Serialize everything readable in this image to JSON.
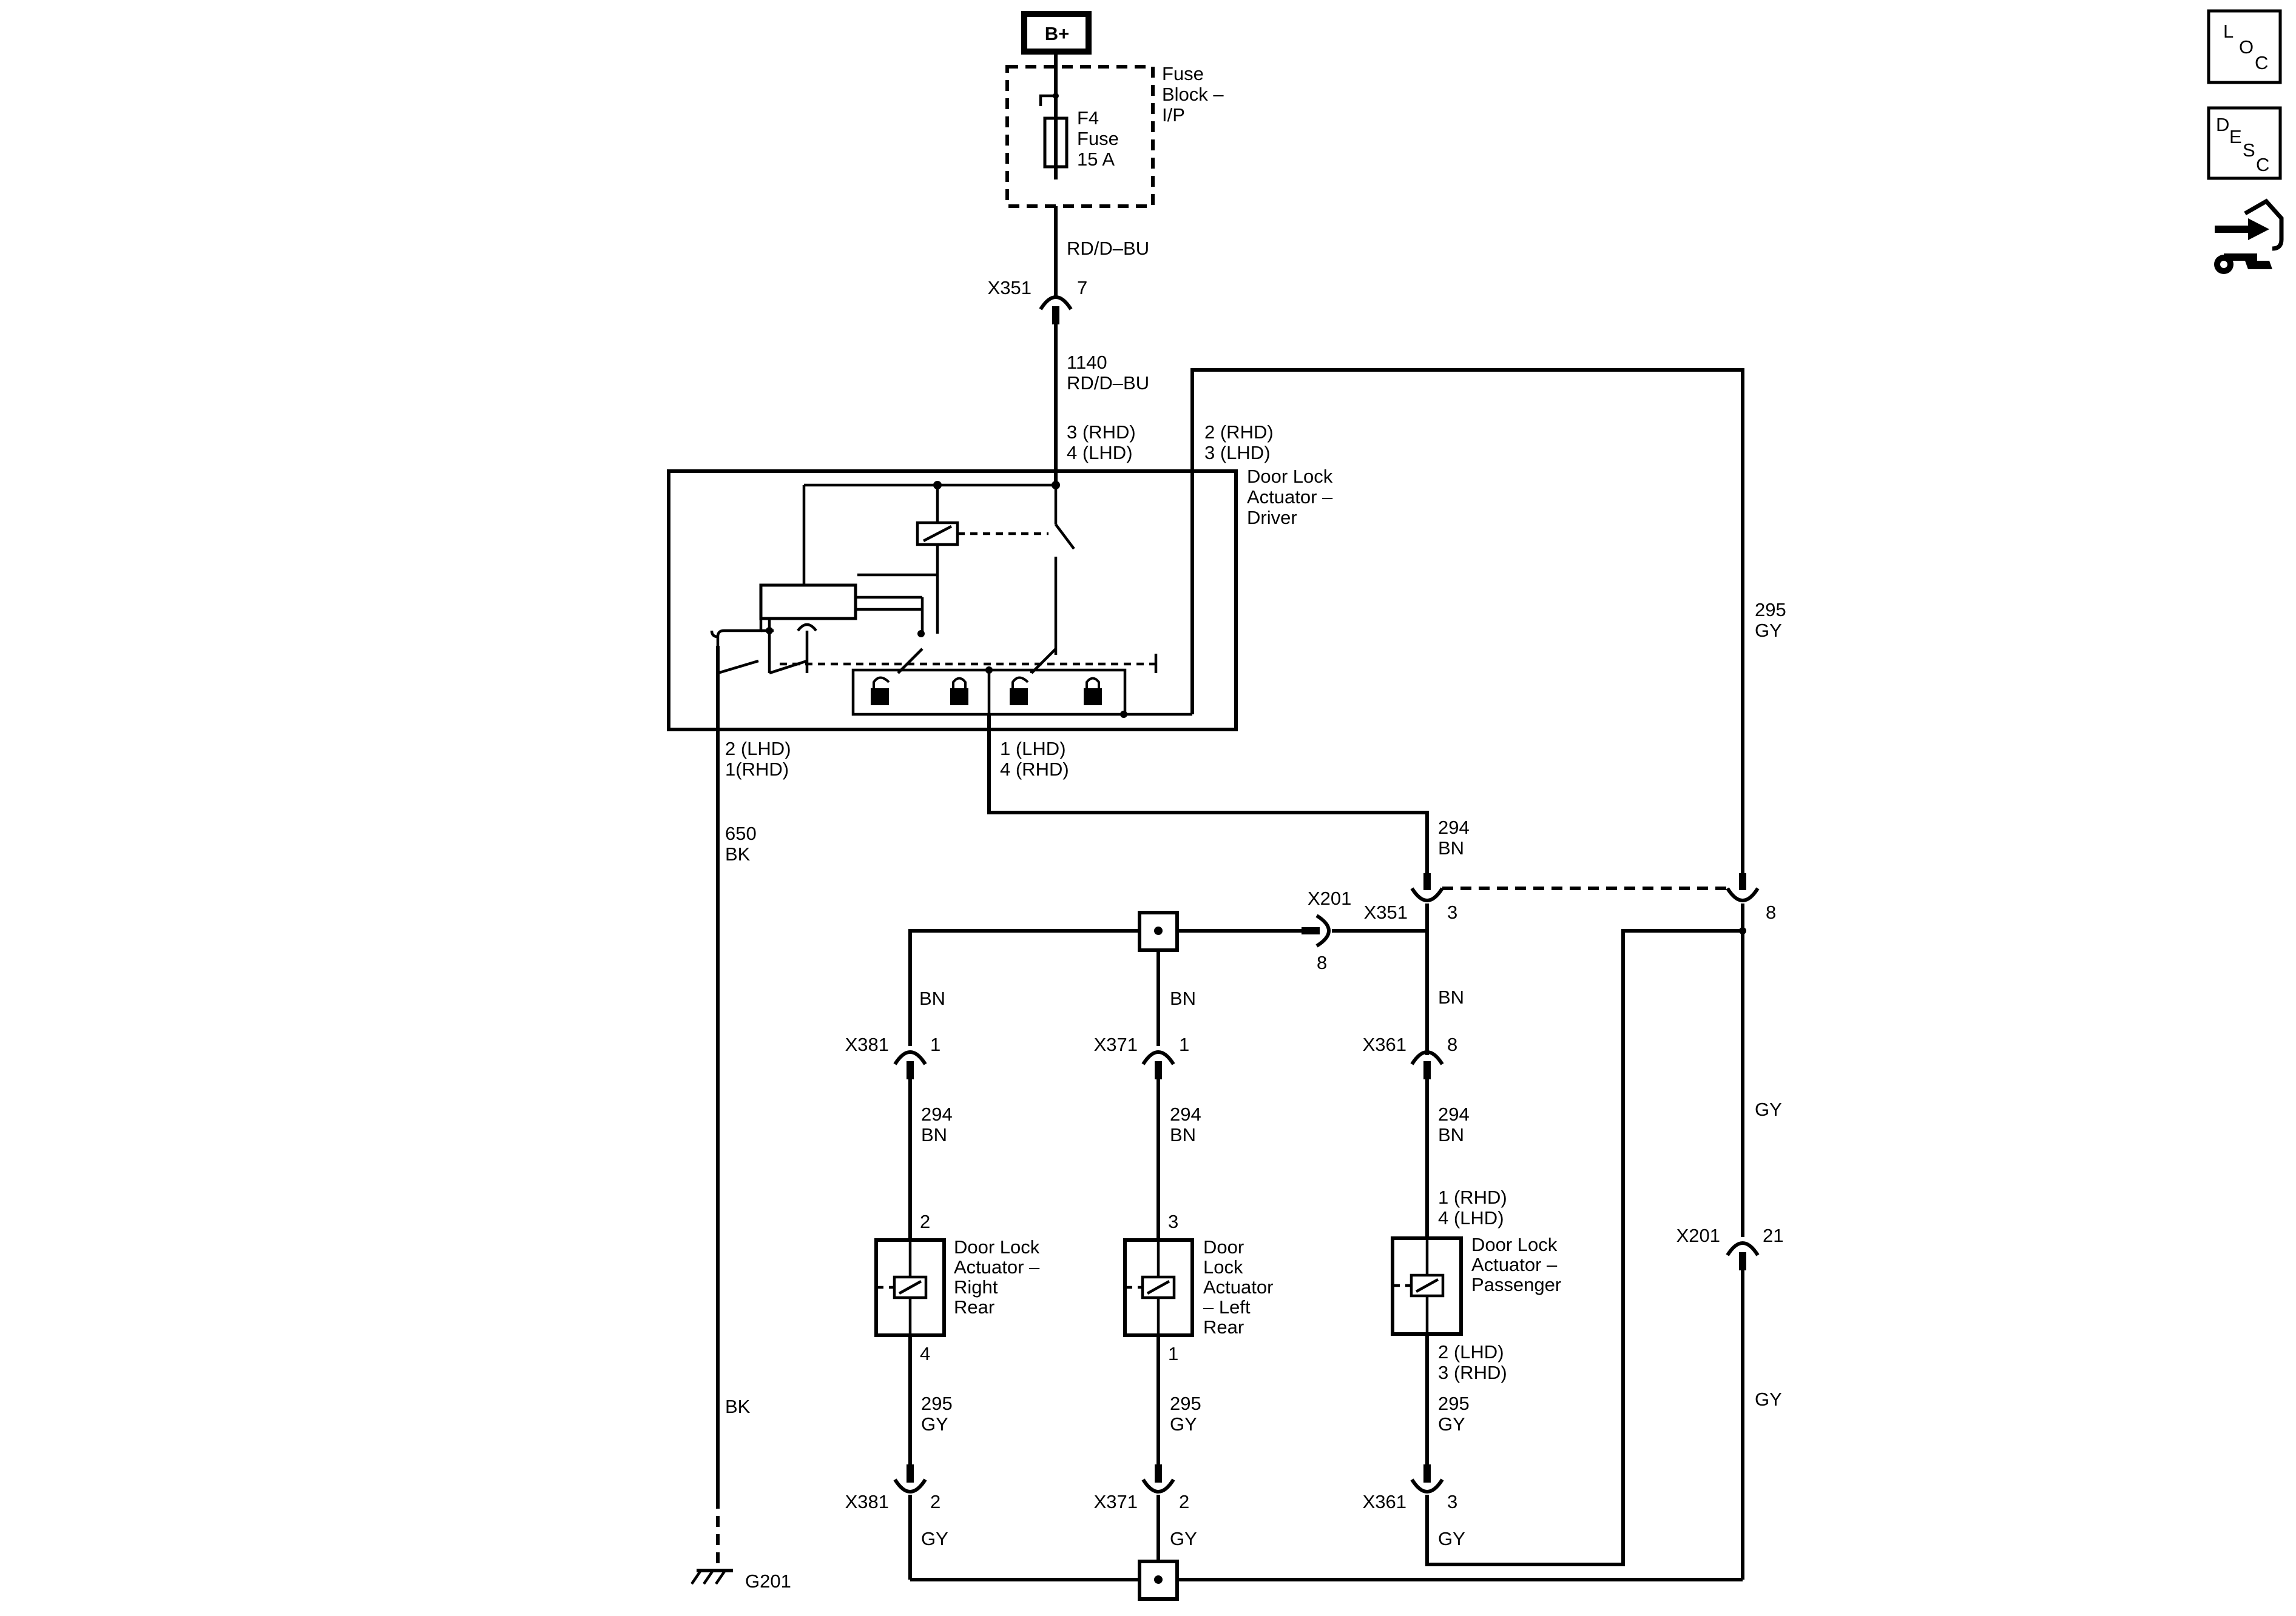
{
  "supply": {
    "label": "B+"
  },
  "fuse_block": {
    "name": "Fuse\nBlock –\nI/P",
    "fuse": "F4\nFuse\n15 A"
  },
  "wires": {
    "rd_dbu_top": "RD/D–BU",
    "w1140": "1140\nRD/D–BU",
    "w295_right": "295\nGY",
    "w294_drv": "294\nBN",
    "w650": "650\nBK",
    "bk_lower": "BK",
    "gy_right_upper": "GY",
    "gy_right_lower": "GY",
    "bn_rr": "BN",
    "bn_lr": "BN",
    "bn_pass": "BN",
    "w294_rr": "294\nBN",
    "w294_lr": "294\nBN",
    "w294_pass": "294\nBN",
    "w295_rr": "295\nGY",
    "w295_lr": "295\nGY",
    "w295_pass": "295\nGY",
    "gy_rr_bottom": "GY",
    "gy_lr_bottom": "GY",
    "gy_pass_bottom": "GY"
  },
  "connectors": {
    "x351_top": {
      "name": "X351",
      "pin": "7"
    },
    "x351_mid": {
      "name": "X351",
      "pin": "3"
    },
    "x351_right_pin": "8",
    "x201_top": {
      "name": "X201",
      "pin": "8"
    },
    "x201_right": {
      "name": "X201",
      "pin": "21"
    },
    "x381_top": {
      "name": "X381",
      "pin": "1"
    },
    "x371_top": {
      "name": "X371",
      "pin": "1"
    },
    "x361_top": {
      "name": "X361",
      "pin": "8"
    },
    "x381_bot": {
      "name": "X381",
      "pin": "2"
    },
    "x371_bot": {
      "name": "X371",
      "pin": "2"
    },
    "x361_bot": {
      "name": "X361",
      "pin": "3"
    }
  },
  "driver": {
    "name": "Door Lock\nActuator –\nDriver",
    "pin_in": "3 (RHD)\n4 (LHD)",
    "pin_out_right": "2 (RHD)\n3 (LHD)",
    "pin_ground": "2 (LHD)\n1(RHD)",
    "pin_lock": "1 (LHD)\n4 (RHD)"
  },
  "actuators": {
    "right_rear": {
      "name": "Door Lock\nActuator –\nRight\nRear",
      "pin_top": "2",
      "pin_bottom": "4"
    },
    "left_rear": {
      "name": "Door\nLock\nActuator\n– Left\nRear",
      "pin_top": "3",
      "pin_bottom": "1"
    },
    "passenger": {
      "name": "Door Lock\nActuator –\nPassenger",
      "pin_top": "1 (RHD)\n4 (LHD)",
      "pin_bottom": "2 (LHD)\n3 (RHD)"
    }
  },
  "ground": {
    "name": "G201"
  },
  "side_buttons": {
    "loc": [
      "L",
      "O",
      "C"
    ],
    "desc": [
      "D",
      "E",
      "S",
      "C"
    ],
    "nav_icon": "connector-navigation-icon"
  }
}
